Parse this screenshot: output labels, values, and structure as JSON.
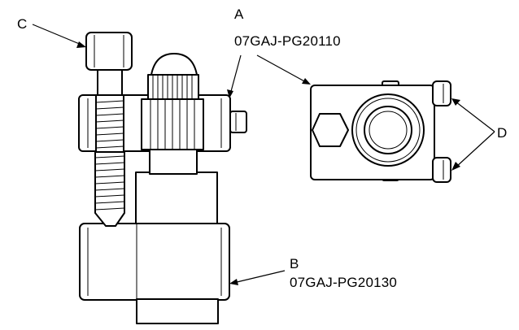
{
  "callouts": {
    "a": {
      "letter": "A",
      "part_number": "07GAJ-PG20110"
    },
    "b": {
      "letter": "B",
      "part_number": "07GAJ-PG20130"
    },
    "c": {
      "letter": "C"
    },
    "d": {
      "letter": "D"
    }
  },
  "colors": {
    "line": "#000000",
    "background": "#ffffff"
  }
}
